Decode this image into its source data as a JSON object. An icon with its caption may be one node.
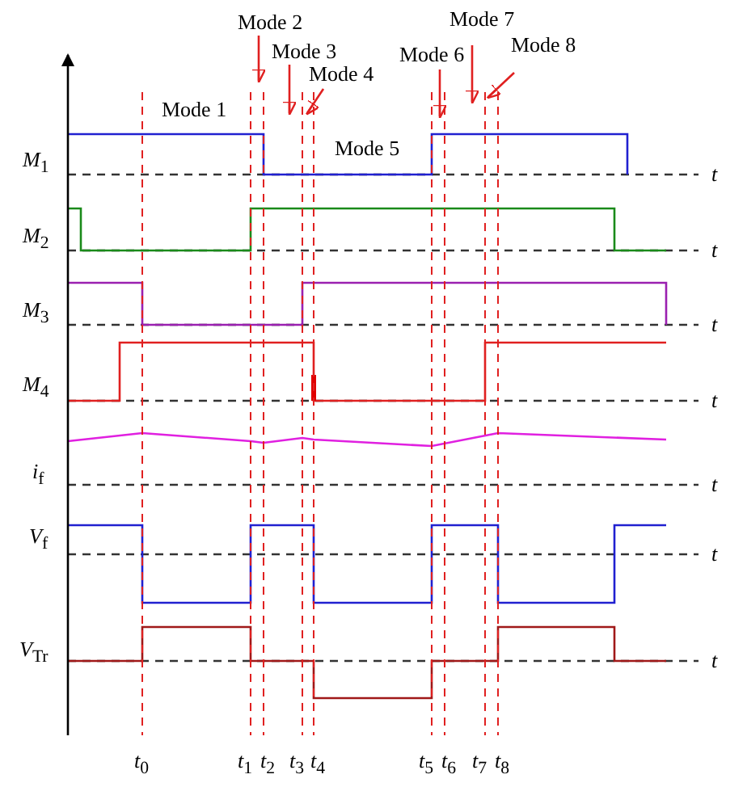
{
  "diagram": {
    "labels": [
      "Mode 2",
      "Mode 7",
      "Mode 8",
      "Mode 3",
      "Mode 6",
      "Mode 4",
      "Mode 1",
      "Mode 5",
      "*M*$_{1}$",
      "t",
      "*M*$_{2}$",
      "t",
      "*M*$_{3}$",
      "t",
      "*M*$_{4}$",
      "t",
      "*i*$_{f}$",
      "t",
      "*V*$_{f}$",
      "t",
      "*V*$_{Tr}$",
      "t",
      "*t*$_{0}$",
      "*t*$_{1}$",
      "*t*$_{2}$",
      "*t*$_{3}$",
      "*t*$_{4}$",
      "*t*$_{5}$",
      "*t*$_{6}$",
      "*t*$_{7}$",
      "*t*$_{8}$"
    ]
  }
}
